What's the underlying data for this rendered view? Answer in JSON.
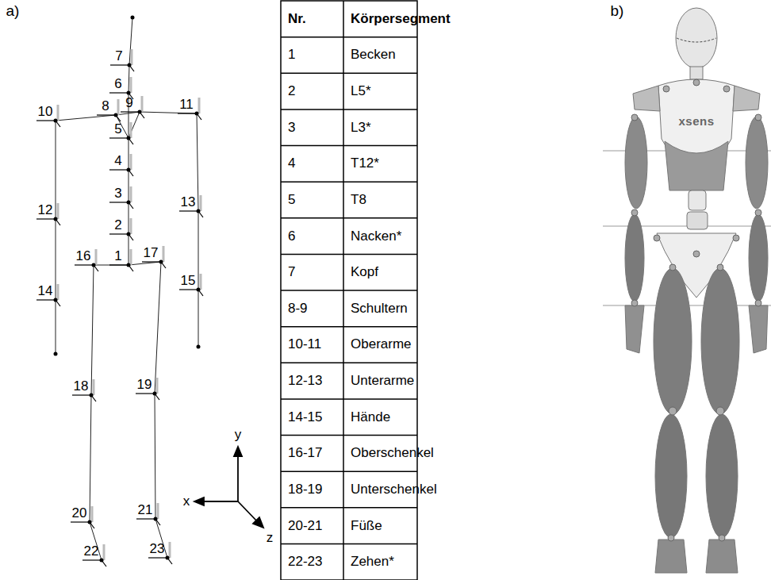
{
  "diagram": {
    "labels": [
      "a)",
      "b)",
      "1",
      "2",
      "3",
      "4",
      "5",
      "6",
      "7",
      "8",
      "9",
      "10",
      "11",
      "12",
      "13",
      "14",
      "15",
      "16",
      "17",
      "18",
      "19",
      "20",
      "21",
      "22",
      "23",
      "y",
      "x",
      "z",
      "Nr.",
      "Körpersegment",
      "1",
      "Becken",
      "2",
      "L5*",
      "3",
      "L3*",
      "4",
      "T12*",
      "5",
      "T8",
      "6",
      "Nacken*",
      "7",
      "Kopf",
      "8-9",
      "Schultern",
      "10-11",
      "Oberarme",
      "12-13",
      "Unterarme",
      "14-15",
      "Hände",
      "16-17",
      "Oberschenkel",
      "18-19",
      "Unterschenkel",
      "20-21",
      "Füße",
      "22-23",
      "Zehen*",
      "xsens"
    ]
  }
}
